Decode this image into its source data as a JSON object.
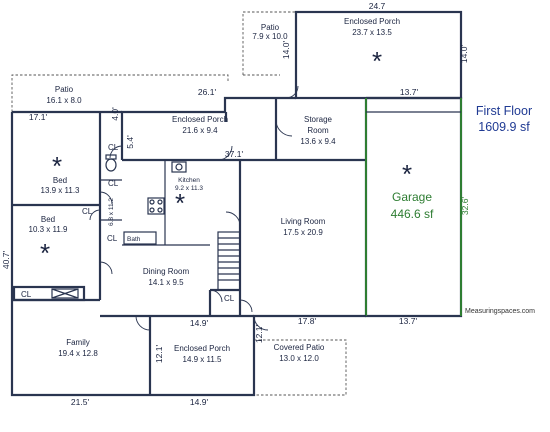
{
  "title": {
    "line1": "First Floor",
    "line2": "1609.9 sf"
  },
  "brand": "Measuringspaces.com",
  "rooms": {
    "enclosed_porch_top": {
      "name": "Enclosed Porch",
      "size": "23.7 x 13.5"
    },
    "patio_top": {
      "name": "Patio",
      "size": "7.9 x 10.0"
    },
    "patio_left": {
      "name": "Patio",
      "size": "16.1 x 8.0"
    },
    "enclosed_porch_mid": {
      "name": "Enclosed Porch",
      "size": "21.6 x 9.4"
    },
    "storage": {
      "name": "Storage",
      "name2": "Room",
      "size": "13.6 x 9.4"
    },
    "bed1": {
      "name": "Bed",
      "size": "13.9 x 11.3"
    },
    "bed2": {
      "name": "Bed",
      "size": "10.3 x 11.9"
    },
    "kitchen": {
      "name": "Kitchen",
      "size": "9.2 x 11.3"
    },
    "bath": {
      "label": "Bath",
      "size": "6.8 x 11.2"
    },
    "living": {
      "name": "Living Room",
      "size": "17.5 x 20.9"
    },
    "garage": {
      "name": "Garage",
      "size": "446.6 sf"
    },
    "dining": {
      "name": "Dining Room",
      "size": "14.1 x 9.5"
    },
    "family": {
      "name": "Family",
      "size": "19.4 x 12.8"
    },
    "enclosed_porch_bottom": {
      "name": "Enclosed Porch",
      "size": "14.9 x 11.5"
    },
    "covered_patio": {
      "name": "Covered Patio",
      "size": "13.0 x 12.0"
    }
  },
  "closets": {
    "cl1": "CL",
    "cl2": "CL",
    "cl3": "CL",
    "cl4": "CL",
    "cl5": "CL",
    "cl6": "CL"
  },
  "dimensions": {
    "d24_7": "24.7",
    "d14_0a": "14.0'",
    "d14_0b": "14.0'",
    "d13_7top": "13.7'",
    "d26_1": "26.1'",
    "d17_1": "17.1'",
    "d4_0": "4.0'",
    "d5_4": "5.4'",
    "d37_1": "37.1'",
    "d32_6": "32.6'",
    "d40_7": "40.7'",
    "d14_9top": "14.9'",
    "d17_8": "17.8'",
    "d13_7bot": "13.7'",
    "d12_1a": "12.1'",
    "d12_1b": "12.1'",
    "d21_5": "21.5'",
    "d14_9bot": "14.9'"
  }
}
